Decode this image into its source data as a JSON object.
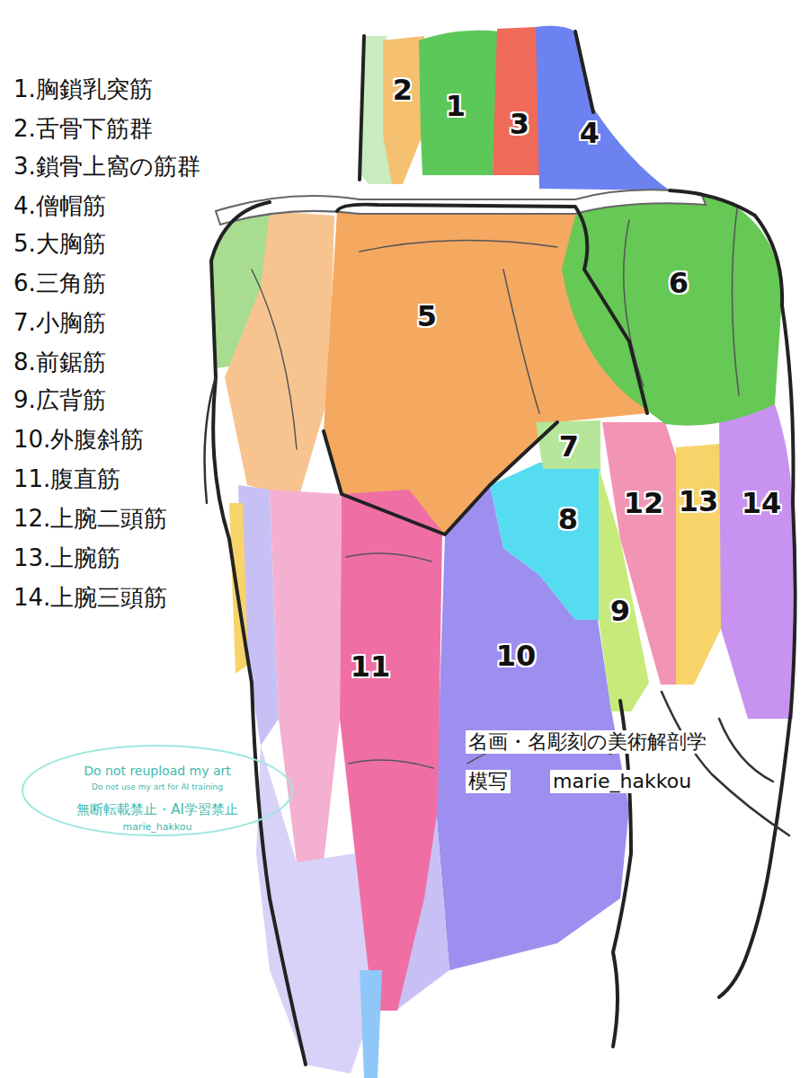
{
  "diagram": {
    "labels": [
      "1.胸鎖乳突筋",
      "2.舌骨下筋群",
      "3.鎖骨上窩の筋群",
      "4.僧帽筋",
      "5.大胸筋",
      "6.三角筋",
      "7.小胸筋",
      "8.前鋸筋",
      "9.広背筋",
      "10.外腹斜筋",
      "11.腹直筋",
      "12.上腕二頭筋",
      "13.上腕筋",
      "14.上腕三頭筋",
      "2",
      "1",
      "3",
      "4",
      "5",
      "6",
      "7",
      "8",
      "12",
      "13",
      "14",
      "9",
      "10",
      "11",
      "名画・名彫刻の美術解剖学",
      "模写",
      "marie_hakkou",
      "Do not reupload my art",
      "Do not use my art for AI training",
      "無断転載禁止・AI学習禁止",
      "marie_hakkou"
    ]
  }
}
